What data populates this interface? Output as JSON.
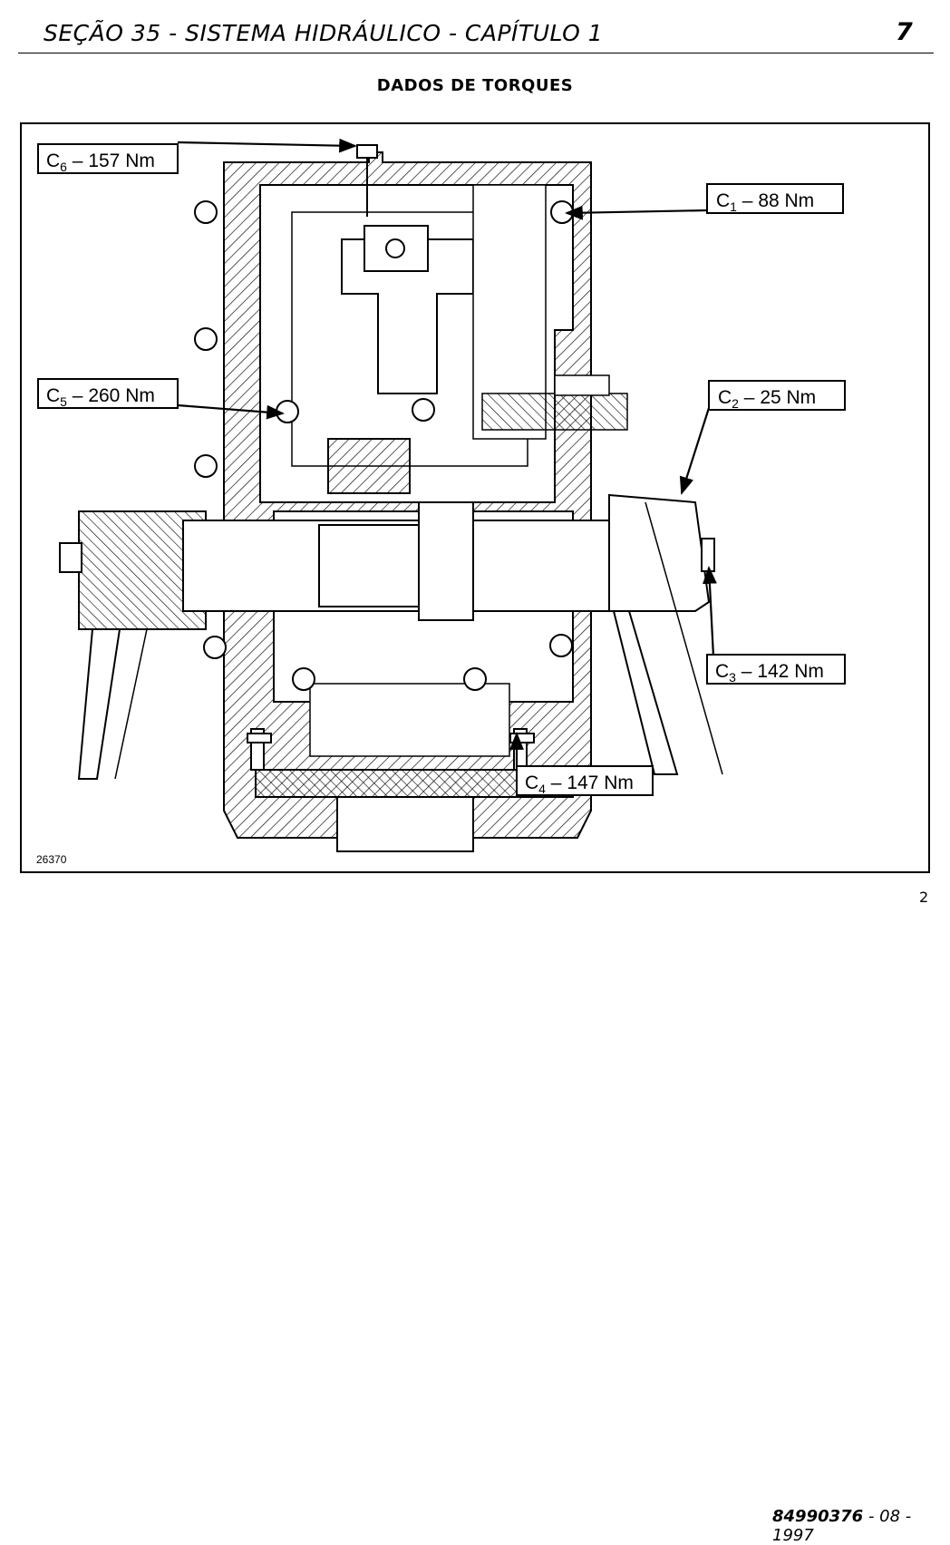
{
  "header": {
    "section_title": "SEÇÃO 35 - SISTEMA HIDRÁULICO - CAPÍTULO 1",
    "page_number": "7"
  },
  "title": "DADOS DE TORQUES",
  "figure": {
    "ref_code": "26370",
    "number": "2",
    "callouts": [
      {
        "id": "C",
        "sub": "6",
        "value": "157 Nm"
      },
      {
        "id": "C",
        "sub": "1",
        "value": "88 Nm"
      },
      {
        "id": "C",
        "sub": "5",
        "value": "260 Nm"
      },
      {
        "id": "C",
        "sub": "2",
        "value": "25 Nm"
      },
      {
        "id": "C",
        "sub": "3",
        "value": "142 Nm"
      },
      {
        "id": "C",
        "sub": "4",
        "value": "147 Nm"
      }
    ]
  },
  "footer": {
    "doc_number": "84990376",
    "date": "- 08 - 1997"
  }
}
